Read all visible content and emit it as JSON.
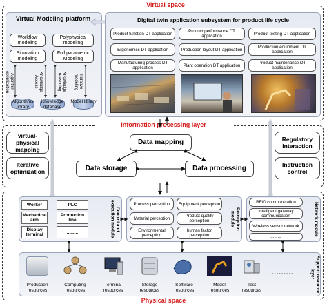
{
  "layers": {
    "virtual": "Virtual space",
    "info": "Information processing layer",
    "physical": "Physical space"
  },
  "vmp": {
    "title": "Virtual Modeling platform",
    "workflow": "Workflow modeling",
    "polyphysical": "Polyphysical modeling",
    "simulation": "Simulation modeling",
    "fullparam": "Full parametric Modeling",
    "arrow_algo": "Algorithm optimization",
    "arrow_know": "Knowledge Access",
    "arrow_reason": "Knowledge reasoning",
    "arrow_iter": "Iterative modeling",
    "lib_algo": "Algorithms library",
    "lib_know": "Knowledge database",
    "lib_model": "Model library"
  },
  "dtas": {
    "title": "Digital twin application subsystem for product life cycle",
    "apps": [
      "Product function DT application",
      "Product performance DT application",
      "Product testing DT application",
      "Ergonomics DT application",
      "Production layout DT application",
      "Production equipment DT application",
      "Manufacturing process DT application",
      "Plant operation DT application",
      "Product maintenance DT application"
    ]
  },
  "ipl": {
    "vp_mapping": "virtual-physical mapping",
    "iter_opt": "Iterative optimization",
    "data_mapping": "Data mapping",
    "data_storage": "Data storage",
    "data_processing": "Data processing",
    "regulatory": "Regulatory interaction",
    "instruction": "Instruction control"
  },
  "cem": {
    "label": "Control and execution module",
    "items": [
      "Worker",
      "PLC",
      "Mechanical arm",
      "Production line",
      "Display terminal",
      "........."
    ]
  },
  "pm": {
    "label": "Perception module",
    "items": [
      "Process perception",
      "Equipment perception",
      "Material perception",
      "Product quality perception",
      "Environmental perception",
      "human factor perception"
    ]
  },
  "nm": {
    "label": "Network module",
    "items": [
      "RFID communication",
      "Intelligent gateway communication",
      "Wireless sensor network",
      "........."
    ]
  },
  "srl": {
    "label": "Support resource layer",
    "items": [
      "Production resources",
      "Computing resources",
      "Terminal resources",
      "Storage resources",
      "Software resources",
      "Model resources",
      "Test resources"
    ],
    "more": "........."
  }
}
